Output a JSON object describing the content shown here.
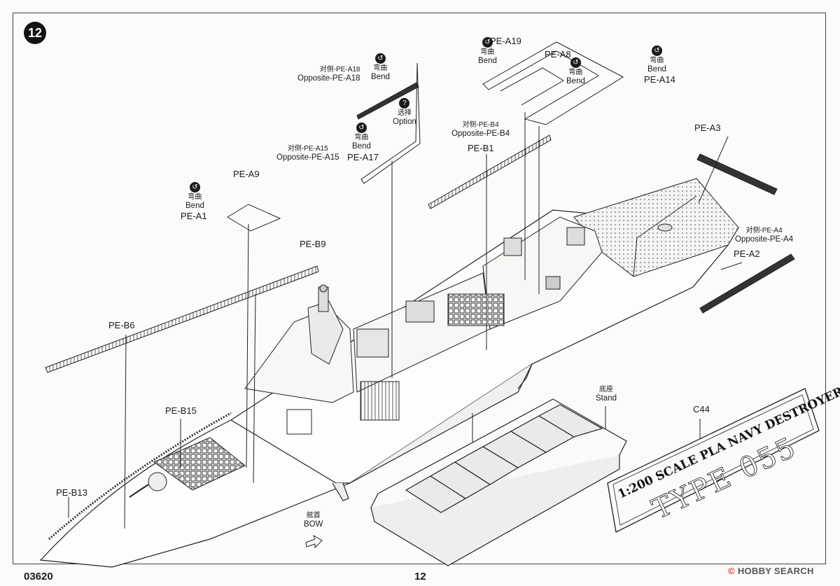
{
  "step": "12",
  "footer": {
    "code": "03620",
    "page": "12"
  },
  "watermark": {
    "prefix": "©",
    "brand": "HOBBY SEARCH"
  },
  "labels": {
    "pe_a19": "PE-A19",
    "bend_cn": "弯曲",
    "bend_en": "Bend",
    "pe_a8": "PE-A8",
    "pe_a14": "PE-A14",
    "opp_a18_cn": "对侧-PE-A18",
    "opp_a18_en": "Opposite-PE-A18",
    "option_cn": "选择",
    "option_en": "Option",
    "pe_a17": "PE-A17",
    "opp_a15_cn": "对侧-PE-A15",
    "opp_a15_en": "Opposite-PE-A15",
    "opp_b4_cn": "对侧-PE-B4",
    "opp_b4_en": "Opposite-PE-B4",
    "pe_b1": "PE-B1",
    "pe_a3": "PE-A3",
    "pe_a9": "PE-A9",
    "pe_a1": "PE-A1",
    "opp_a4_cn": "对侧-PE-A4",
    "opp_a4_en": "Opposite-PE-A4",
    "pe_a2": "PE-A2",
    "pe_b9": "PE-B9",
    "pe_b6": "PE-B6",
    "stand_cn": "底座",
    "stand_en": "Stand",
    "pe_b15": "PE-B15",
    "c44": "C44",
    "pe_b13": "PE-B13",
    "bow_cn": "舷首",
    "bow_en": "BOW"
  },
  "plate": {
    "line1": "1:200 SCALE PLA NAVY DESTROYER",
    "line2": "TYPE 055"
  },
  "icons": {
    "bend": "bend-icon",
    "option": "option-icon",
    "bow_arrow": "arrow-icon"
  }
}
